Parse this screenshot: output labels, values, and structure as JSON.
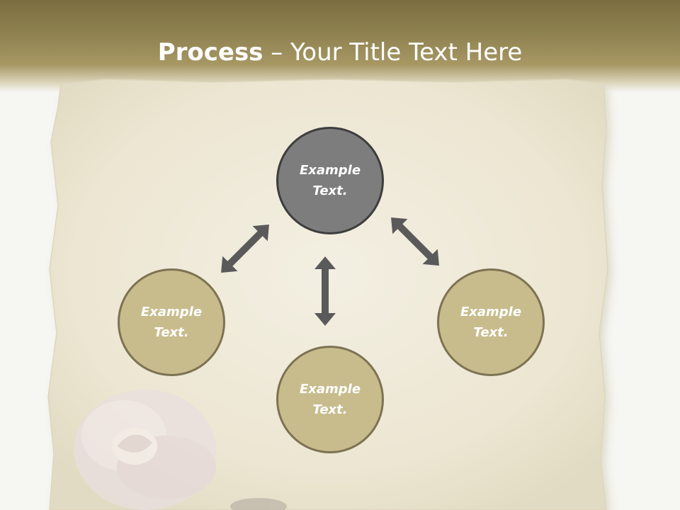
{
  "title": {
    "bold": "Process",
    "rest": " – Your Title Text Here"
  },
  "nodes": {
    "top": "Example Text.",
    "left": "Example Text.",
    "right": "Example Text.",
    "bottom": "Example Text."
  },
  "colors": {
    "header": "#8e8150",
    "center_fill": "#7d7d7d",
    "node_fill": "#c8bc8d",
    "arrow": "#5a5a5a",
    "paper": "#efeadb"
  }
}
